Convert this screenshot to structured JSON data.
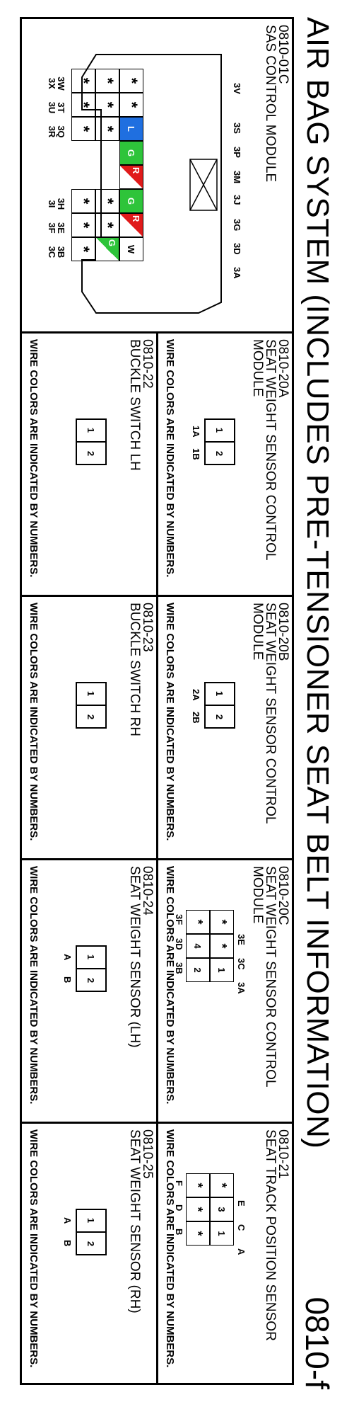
{
  "title": "AIR BAG SYSTEM (INCLUDES PRE-TENSIONER SEAT BELT INFORMATION)",
  "page_number": "0810-f",
  "sas": {
    "code": "0810-01C",
    "name": "SAS CONTROL MODULE",
    "top_pins": [
      "3V",
      "3S",
      "3P",
      "3M",
      "3J",
      "3G",
      "3D",
      "3A"
    ],
    "bottom_pins_left": [
      "3W 3X",
      "3T 3U",
      "3Q 3R"
    ],
    "bottom_pins_right": [
      "3H 3I",
      "3E 3F",
      "3B 3C"
    ],
    "wire_L": "L",
    "wire_G": "G",
    "wire_R": "R",
    "wire_W": "W",
    "star": "*",
    "colors": {
      "blue": "#1f6fe0",
      "green": "#2ec43a",
      "red": "#e01a1a",
      "white": "#ffffff"
    }
  },
  "connectors": [
    {
      "code": "0810-20A",
      "name": "SEAT WEIGHT SENSOR CONTROL\nMODULE",
      "pins": [
        "1",
        "2"
      ],
      "labels": [
        "1A",
        "1B"
      ],
      "note": "WIRE COLORS ARE INDICATED BY NUMBERS."
    },
    {
      "code": "0810-22",
      "name": "BUCKLE SWITCH LH",
      "pins": [
        "1",
        "2"
      ],
      "note": "WIRE COLORS ARE INDICATED BY NUMBERS."
    },
    {
      "code": "0810-20B",
      "name": "SEAT WEIGHT SENSOR CONTROL\nMODULE",
      "pins": [
        "1",
        "2"
      ],
      "labels": [
        "2A",
        "2B"
      ],
      "note": "WIRE COLORS ARE INDICATED BY NUMBERS."
    },
    {
      "code": "0810-23",
      "name": "BUCKLE SWITCH RH",
      "pins": [
        "1",
        "2"
      ],
      "note": "WIRE COLORS ARE INDICATED BY NUMBERS."
    },
    {
      "code": "0810-20C",
      "name": "SEAT WEIGHT SENSOR CONTROL\nMODULE",
      "grid": [
        [
          "*",
          "*",
          "1"
        ],
        [
          "*",
          "4",
          "2"
        ]
      ],
      "top_labels": [
        "3E",
        "3C",
        "3A"
      ],
      "bottom_labels": [
        "3F",
        "3D",
        "3B"
      ],
      "note": "WIRE COLORS ARE INDICATED BY NUMBERS."
    },
    {
      "code": "0810-24",
      "name": "SEAT WEIGHT SENSOR (LH)",
      "pins": [
        "1",
        "2"
      ],
      "labels": [
        "A",
        "B"
      ],
      "note": "WIRE COLORS ARE INDICATED BY NUMBERS."
    },
    {
      "code": "0810-21",
      "name": "SEAT TRACK POSITION SENSOR",
      "grid": [
        [
          "*",
          "3",
          "1"
        ],
        [
          "*",
          "*",
          "*"
        ]
      ],
      "top_labels": [
        "E",
        "C",
        "A"
      ],
      "bottom_labels": [
        "F",
        "D",
        "B"
      ],
      "note": "WIRE COLORS ARE INDICATED BY NUMBERS."
    },
    {
      "code": "0810-25",
      "name": "SEAT WEIGHT SENSOR (RH)",
      "pins": [
        "1",
        "2"
      ],
      "labels": [
        "A",
        "B"
      ],
      "note": "WIRE COLORS ARE INDICATED BY NUMBERS."
    }
  ]
}
